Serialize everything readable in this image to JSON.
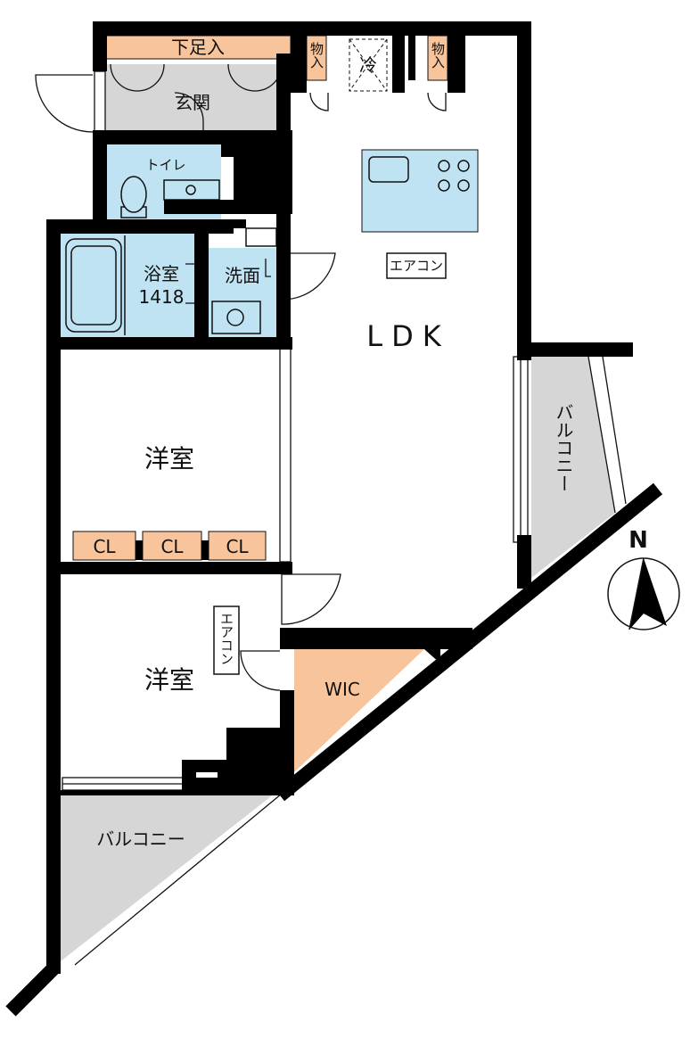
{
  "labels": {
    "genkan": "玄関",
    "shoes_storage": "下足入",
    "storage_left": "物入",
    "storage_right": "物入",
    "fridge": "冷",
    "toilet": "トイレ",
    "bath": "浴室",
    "bath_size": "1418",
    "washroom": "洗面",
    "ldk": "LDK",
    "aircon_ldk": "エアコン",
    "room1": "洋室",
    "room2": "洋室",
    "closet1": "CL",
    "closet2": "CL",
    "closet3": "CL",
    "aircon_room2": "エアコン",
    "wic": "WIC",
    "balcony_east": "バルコニー",
    "balcony_south": "バルコニー",
    "north": "N"
  },
  "colors": {
    "wall": "#000000",
    "wet_area": "#bfe3f3",
    "storage": "#f7c49b",
    "balcony": "#d6d6d6",
    "floor": "#ffffff"
  }
}
